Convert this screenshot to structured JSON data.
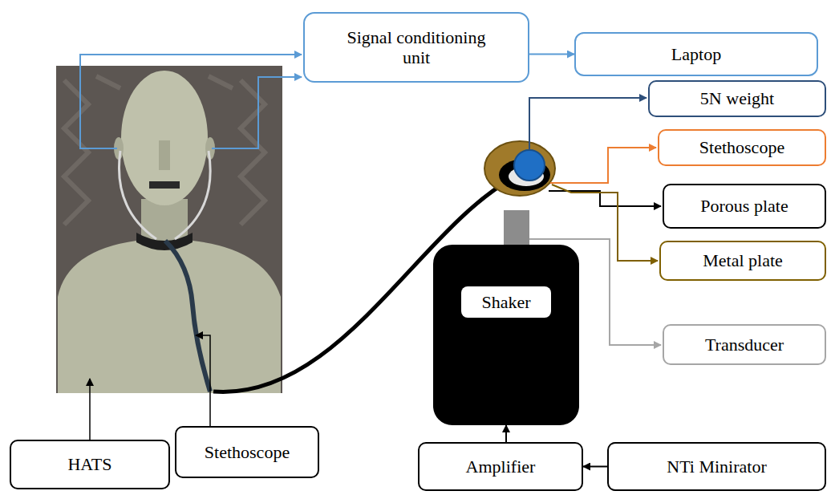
{
  "diagram": {
    "nodes": [
      {
        "text": [
          "Signal conditioning unit"
        ]
      },
      {
        "text": [
          "Laptop"
        ]
      },
      {
        "text": [
          "5N weight"
        ]
      },
      {
        "text": [
          "Stethoscope"
        ]
      },
      {
        "text": [
          "Porous plate"
        ]
      },
      {
        "text": [
          "Metal plate"
        ]
      },
      {
        "text": [
          "Shaker"
        ]
      },
      {
        "text": [
          "Transducer"
        ]
      },
      {
        "text": [
          "HATS"
        ]
      },
      {
        "text": [
          "Stethoscope"
        ]
      },
      {
        "text": [
          "Amplifier"
        ]
      },
      {
        "text": [
          "NTi Minirator"
        ]
      }
    ],
    "edges": [
      {
        "from": 0,
        "to": 1,
        "arrow": "to"
      },
      {
        "from": 11,
        "to": 10,
        "arrow": "to"
      },
      {
        "from": 10,
        "to": 6,
        "arrow": "to"
      }
    ]
  }
}
